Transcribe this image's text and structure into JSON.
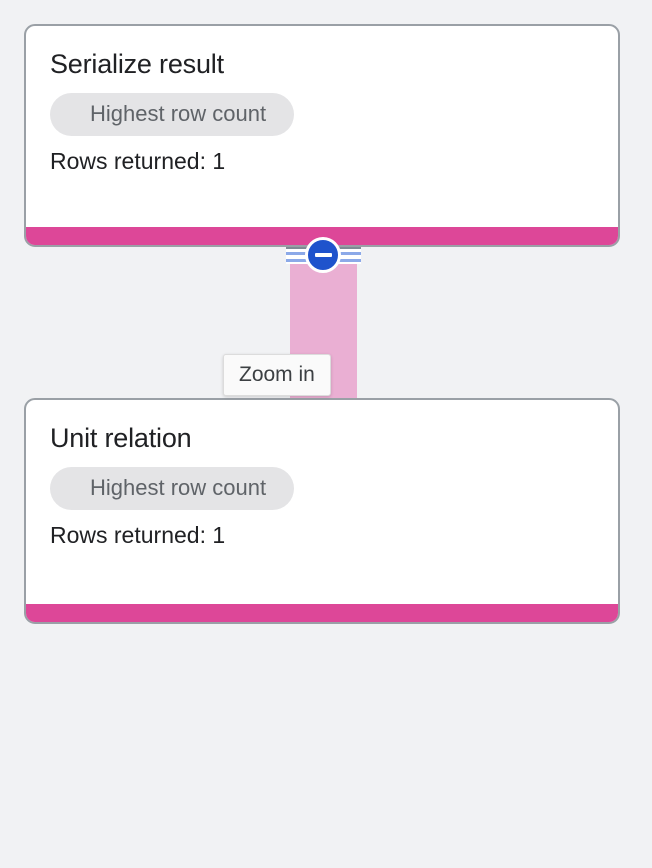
{
  "canvas": {
    "background_color": "#f1f2f4"
  },
  "nodes": [
    {
      "title": "Serialize result",
      "chip_label": "Highest row count",
      "rows_text": "Rows returned: 1",
      "status_color": "#dd4798"
    },
    {
      "title": "Unit relation",
      "chip_label": "Highest row count",
      "rows_text": "Rows returned: 1",
      "status_color": "#dd4798"
    }
  ],
  "edge": {
    "band_color": "#eaafd3",
    "stripe_color": "#8ca9e8",
    "collapse_button": {
      "icon": "minus-circle-icon",
      "fill_color": "#1f53cc"
    }
  },
  "tooltip": {
    "text": "Zoom in"
  }
}
